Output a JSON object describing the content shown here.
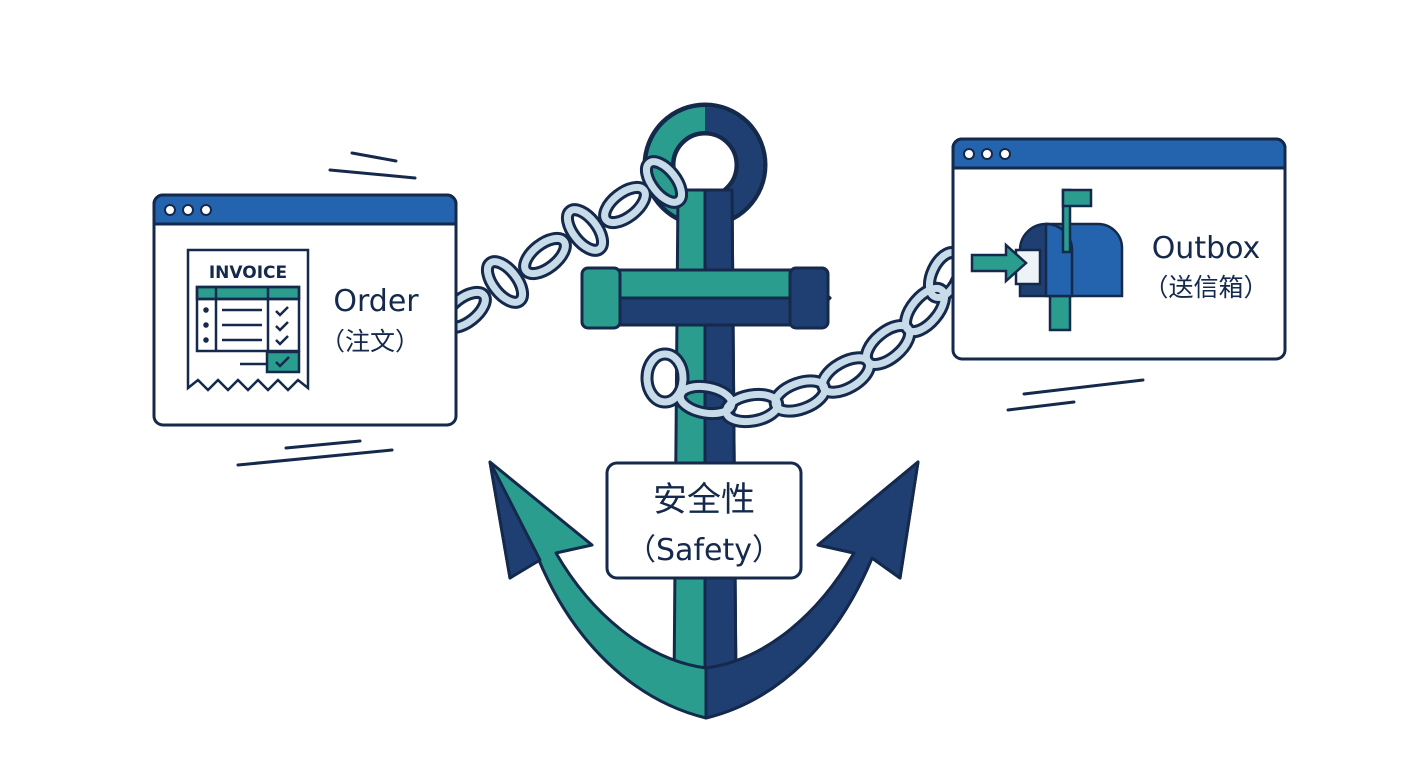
{
  "order_window": {
    "invoice_label": "INVOICE",
    "title": "Order",
    "subtitle": "（注文）"
  },
  "outbox_window": {
    "title": "Outbox",
    "subtitle": "（送信箱）"
  },
  "anchor_tag": {
    "title": "安全性",
    "subtitle": "（Safety）"
  },
  "colors": {
    "navy": "#1f3f73",
    "outline": "#14294b",
    "teal": "#2a9d8f",
    "blue": "#2463ad",
    "chain": "#c8dbe8"
  },
  "icons": [
    "invoice-icon",
    "mailbox-icon",
    "anchor-icon",
    "chain-icon",
    "arrow-icon",
    "flag-icon"
  ]
}
